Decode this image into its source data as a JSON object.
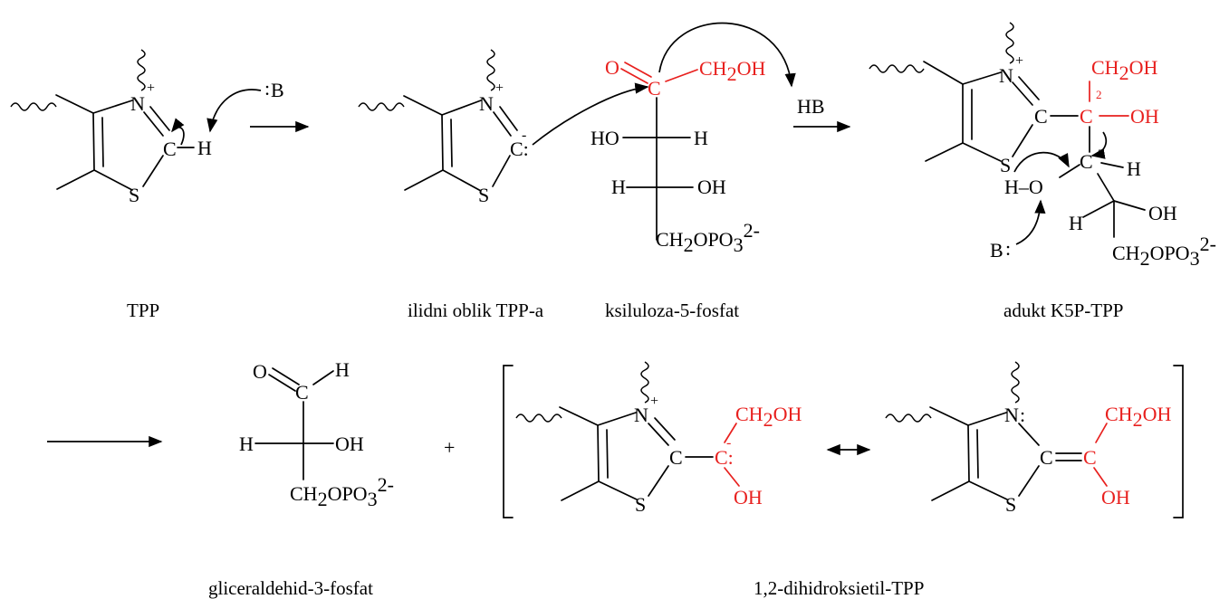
{
  "colors": {
    "highlight": "#e8201e",
    "ink": "#000000"
  },
  "labels": {
    "tpp": "TPP",
    "ylide": "ilidni oblik TPP-a",
    "x5p": "ksiluloza-5-fosfat",
    "adduct": "adukt K5P-TPP",
    "g3p": "gliceraldehid-3-fosfat",
    "dhe": "1,2-dihidroksietil-TPP"
  },
  "atoms": {
    "N": "N",
    "S": "S",
    "C": "C",
    "H": "H",
    "O": "O",
    "B": "B",
    "plus": "+",
    "minus": "-",
    "lone_pair": ":",
    "dot_c": "C:",
    "HO": "HO",
    "OH": "OH",
    "HB": "HB",
    "H_minus_O": "H–O",
    "CH": "CH",
    "sub2": "2",
    "OPO": "OPO",
    "sub3": "3",
    "charge2m": "2-",
    "locant2": "2",
    "locant3": "3",
    "plus_sign": "+"
  }
}
